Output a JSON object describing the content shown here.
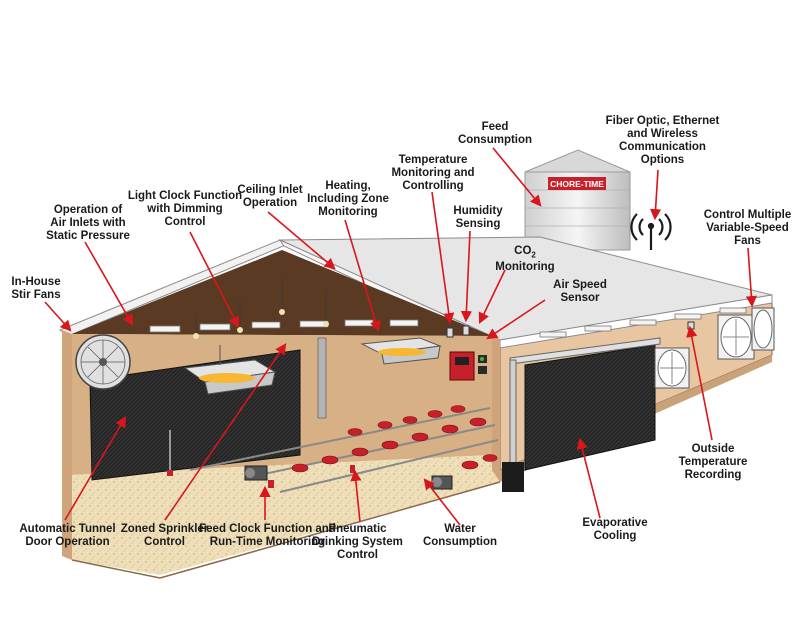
{
  "silo": {
    "brand": "CHORE-TIME"
  },
  "labels": {
    "feed_consumption": "Feed\nConsumption",
    "fiber_optic": "Fiber Optic, Ethernet\nand Wireless\nCommunication\nOptions",
    "temperature": "Temperature\nMonitoring and\nControlling",
    "humidity": "Humidity\nSensing",
    "co2_main": "CO",
    "co2_sub": "2",
    "co2_rest": "\nMonitoring",
    "heating": "Heating,\nIncluding Zone\nMonitoring",
    "ceiling_inlet": "Ceiling Inlet\nOperation",
    "light_clock": "Light Clock Function\nwith Dimming\nControl",
    "air_inlets": "Operation of\nAir Inlets with\nStatic Pressure",
    "stir_fans": "In-House\nStir Fans",
    "air_speed": "Air Speed\nSensor",
    "variable_fans": "Control Multiple\nVariable-Speed\nFans",
    "outside_temp": "Outside\nTemperature\nRecording",
    "evaporative": "Evaporative\nCooling",
    "water": "Water\nConsumption",
    "pneumatic": "Pneumatic\nDrinking System\nControl",
    "feed_clock": "Feed Clock Function and\nRun-Time Monitoring",
    "sprinkler": "Zoned Sprinkler\nControl",
    "tunnel_door": "Automatic Tunnel\nDoor Operation"
  },
  "colors": {
    "arrow": "#d9161c",
    "roof": "#e6e6e6",
    "wall": "#e9c6a2",
    "interior_wall": "#d7b085",
    "ceiling": "#5b3a24",
    "curtain": "#1b1b1b",
    "litter": "#eddcb3",
    "feeder": "#c8202a"
  }
}
